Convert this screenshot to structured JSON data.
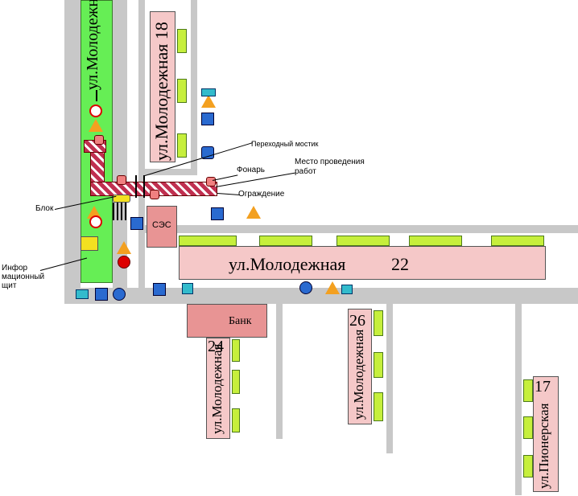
{
  "streets": {
    "molodezhnaya_vertical": "ул.Молодежная",
    "building_18_label": "ул.Молодежная 18",
    "building_22_street": "ул.Молодежная",
    "building_22_number": "22",
    "building_24_street": "ул.Молодежная",
    "building_24_number": "24",
    "building_26_street": "ул.Молодежная",
    "building_26_number": "26",
    "building_17_street": "ул.Пионерская",
    "building_17_number": "17"
  },
  "buildings": {
    "ses": "СЭС",
    "bank": "Банк"
  },
  "labels": {
    "bridge": "Переходный мостик",
    "lamp": "Фонарь",
    "worksite": "Место проведения работ",
    "fence": "Ограждение",
    "block": "Блок",
    "info_board": "Инфор мационный щит"
  },
  "colors": {
    "green_zone": "#66ee55",
    "building": "#f5c8c8",
    "building_accent": "#e89494",
    "road": "#c8c8c8",
    "work_zone": "#c03050",
    "lamp": "#f08080"
  }
}
